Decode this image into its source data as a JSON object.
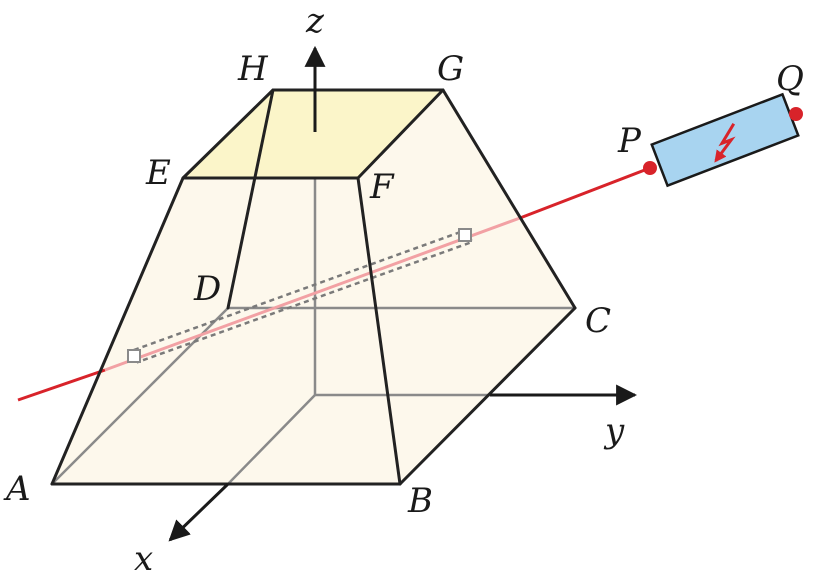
{
  "diagram": {
    "vertices": {
      "A": "A",
      "B": "B",
      "C": "C",
      "D": "D",
      "E": "E",
      "F": "F",
      "G": "G",
      "H": "H",
      "P": "P",
      "Q": "Q"
    },
    "axes": {
      "x": "x",
      "y": "y",
      "z": "z"
    },
    "colors": {
      "body_fill": "#fdf8ec",
      "top_face_fill": "#fbf5c9",
      "laser_line": "#d8232a",
      "laser_inside": "#f2a1a4",
      "device_fill": "#a8d4f0",
      "device_stroke": "#1a1a1a",
      "marker": "#d8232a",
      "path_dash": "#7a7a7a"
    },
    "icons": {
      "device_symbol": "lightning-arrow-icon"
    }
  }
}
